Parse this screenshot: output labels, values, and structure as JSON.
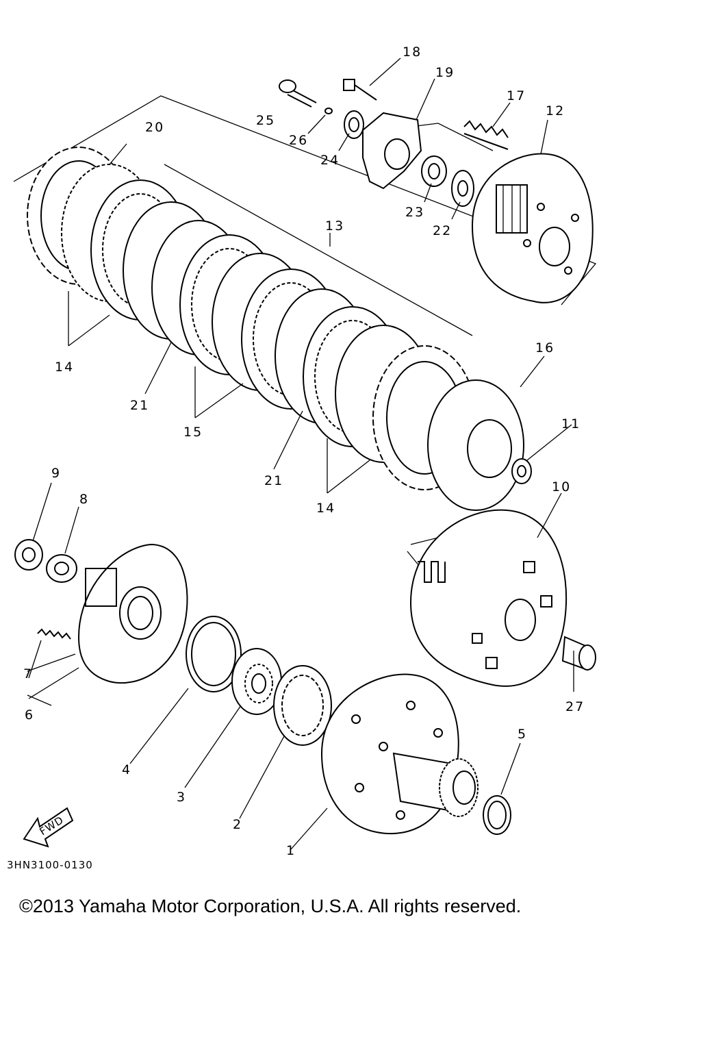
{
  "diagram": {
    "part_labels": [
      "1",
      "2",
      "3",
      "4",
      "5",
      "6",
      "7",
      "8",
      "9",
      "10",
      "11",
      "12",
      "13",
      "14",
      "14",
      "15",
      "16",
      "17",
      "18",
      "19",
      "20",
      "21",
      "21",
      "22",
      "23",
      "24",
      "25",
      "26",
      "27"
    ],
    "fwd_label": "FWD",
    "drawing_code": "3HN3100-0130"
  },
  "footer": {
    "copyright": "©2013 Yamaha Motor Corporation, U.S.A. All rights reserved."
  }
}
